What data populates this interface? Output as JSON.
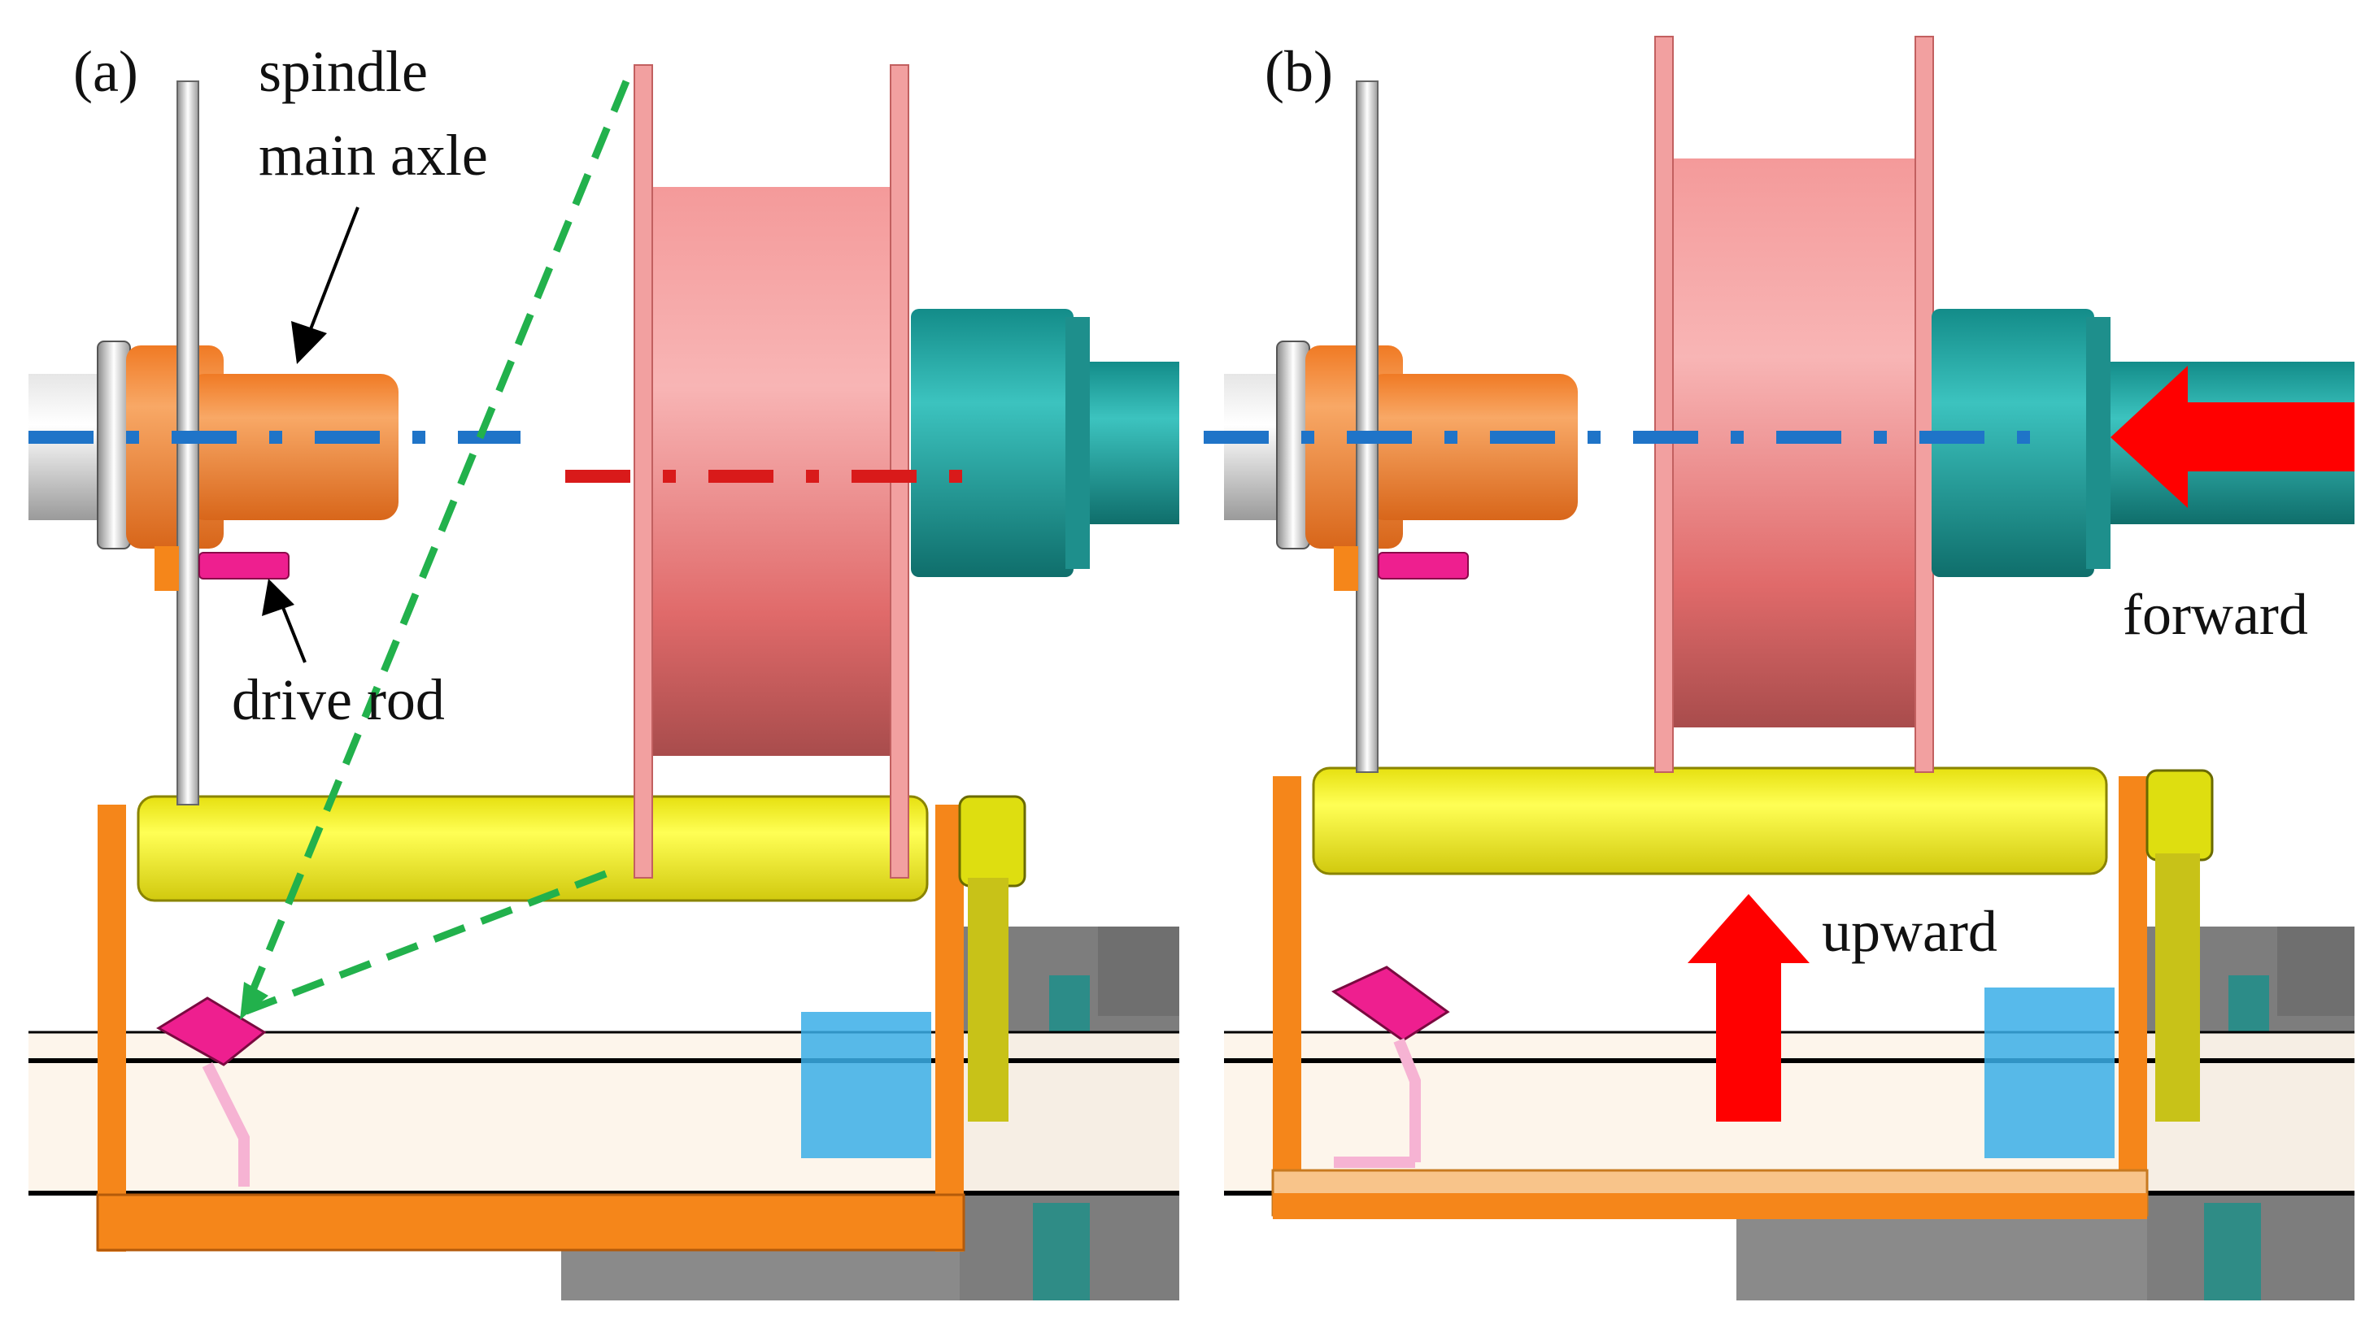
{
  "panels": [
    {
      "id": "a",
      "label": "(a)",
      "annotations": {
        "spindle_line1": "spindle",
        "spindle_line2": "main axle",
        "drive_rod": "drive rod"
      }
    },
    {
      "id": "b",
      "label": "(b)",
      "annotations": {
        "forward": "forward",
        "upward": "upward"
      }
    }
  ],
  "colors": {
    "roller": "#f5ef1e",
    "spool": "#f59a9a",
    "spool_dark": "#b85a5a",
    "hub": "#f58e3a",
    "motor": "#1a9b98",
    "frame": "#f58a16",
    "drive_rod": "#ee1f8f",
    "block": "#2aa9e8",
    "axis_spindle": "#1f74c8",
    "axis_spool": "#d91a1a",
    "guide": "#22b14c",
    "arrow": "#ff0000",
    "gray": "#8c8c8c"
  }
}
